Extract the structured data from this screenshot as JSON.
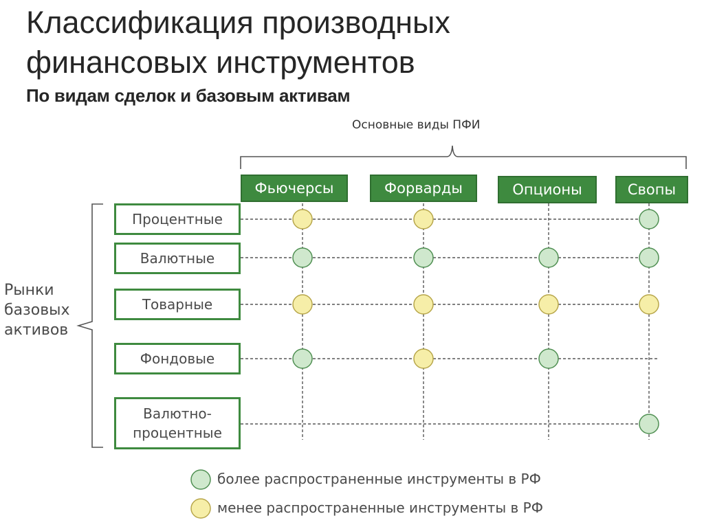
{
  "title": {
    "line1": "Классификация производных",
    "line2": "финансовых инструментов"
  },
  "subtitle": "По видам сделок и базовым активам",
  "columns_caption": "Основные виды ПФИ",
  "rows_caption": {
    "line1": "Рынки",
    "line2": "базовых",
    "line3": "активов"
  },
  "columns": [
    {
      "label": "Фьючерсы"
    },
    {
      "label": "Форварды"
    },
    {
      "label": "Опционы"
    },
    {
      "label": "Свопы"
    }
  ],
  "rows": [
    {
      "line1": "Процентные",
      "line2": ""
    },
    {
      "line1": "Валютные",
      "line2": ""
    },
    {
      "line1": "Товарные",
      "line2": ""
    },
    {
      "line1": "Фондовые",
      "line2": ""
    },
    {
      "line1": "Валютно-",
      "line2": "процентные"
    }
  ],
  "matrix": [
    [
      "less",
      "less",
      null,
      "more"
    ],
    [
      "more",
      "more",
      "more",
      "more"
    ],
    [
      "less",
      "less",
      "less",
      "less"
    ],
    [
      "more",
      "less",
      "more",
      null
    ],
    [
      null,
      null,
      null,
      "more"
    ]
  ],
  "legend": {
    "more": "более распространенные инструменты в РФ",
    "less": "менее распространенные инструменты в РФ"
  },
  "colors": {
    "accent_green": "#3e8a3f",
    "more_fill": "#cfe8cd",
    "more_stroke": "#4f8f52",
    "less_fill": "#f6eea8",
    "less_stroke": "#b7a64a"
  }
}
